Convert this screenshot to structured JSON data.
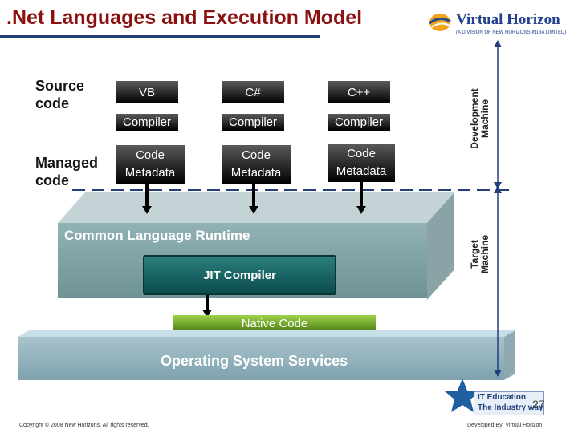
{
  "slide": {
    "title": ".Net Languages and Execution Model",
    "logo": {
      "name": "Virtual Horizon",
      "tagline": "(A DIVISION OF NEW HORIZONS INDIA LIMITED)"
    },
    "side_labels": {
      "source_line1": "Source",
      "source_line2": "code",
      "managed_line1": "Managed",
      "managed_line2": "code"
    },
    "languages": [
      {
        "name": "VB",
        "compiler": "Compiler",
        "code": "Code",
        "metadata": "Metadata"
      },
      {
        "name": "C#",
        "compiler": "Compiler",
        "code": "Code",
        "metadata": "Metadata"
      },
      {
        "name": "C++",
        "compiler": "Compiler",
        "code": "Code",
        "metadata": "Metadata"
      }
    ],
    "runtime": {
      "clr": "Common Language Runtime",
      "jit": "JIT Compiler",
      "native": "Native Code",
      "os": "Operating System Services"
    },
    "machines": {
      "development_line1": "Development",
      "development_line2": "Machine",
      "target_line1": "Target",
      "target_line2": "Machine"
    },
    "badge": {
      "line1": "IT Education",
      "line2": "The Industry way"
    },
    "page_number": "27",
    "footer": {
      "copyright": "Copyright © 2008 New Horizons. All rights reserved.",
      "developed": "Developed By: Virtual Horizon"
    },
    "colors": {
      "title": "#8b1010",
      "clr_face": "#7fa3a6",
      "jit": "#0f5d5e",
      "native": "#7ab51d",
      "os": "#86a9b3"
    }
  }
}
